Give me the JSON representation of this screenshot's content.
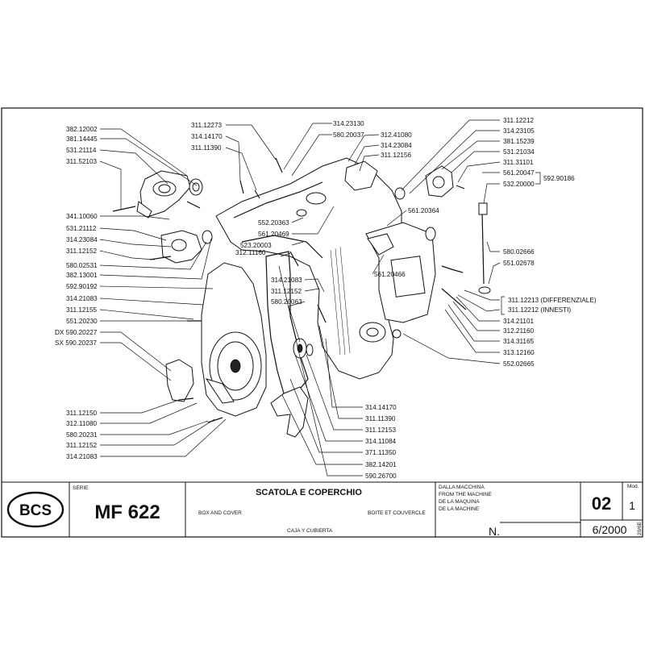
{
  "labels_left": [
    "382.12002",
    "381.14445",
    "531.21114",
    "311.52103",
    "341.10060",
    "531.21112",
    "314.23084",
    "311.12152",
    "580.02531",
    "382.13001",
    "592.90192",
    "314.21083",
    "311.12155",
    "551.20230",
    "DX 590.20227",
    "SX 590.20237",
    "311.12150",
    "312.11080",
    "580.20231",
    "311.12152",
    "314.21083"
  ],
  "labels_top": [
    "311.12273",
    "314.14170",
    "311.11390",
    "314.23130",
    "580.20037",
    "312.41080",
    "314.23084",
    "311.12156"
  ],
  "labels_middle": [
    "552.20363",
    "561.20469",
    "523.20003",
    "312.11160",
    "314.21083",
    "311.12152",
    "580.20063",
    "561.20364",
    "561.20466"
  ],
  "labels_right": [
    "311.12212",
    "314.23105",
    "381.15239",
    "531.21034",
    "311.31101",
    "561.20047",
    "592.90186",
    "532.20000",
    "580.02666",
    "551.02678",
    "311.12213 (DIFFERENZIALE)",
    "311.12212 (INNESTI)",
    "314.21101",
    "312.21160",
    "314.31165",
    "313.12160",
    "552.02665"
  ],
  "labels_bottom": [
    "314.14170",
    "311.11390",
    "311.12153",
    "314.11084",
    "371.11350",
    "382.14201",
    "590.26700"
  ],
  "title_block": {
    "brand": "BCS",
    "serie_caption": "SERIE",
    "model": "MF 622",
    "title_it": "SCATOLA E COPERCHIO",
    "title_en": "BOX AND COVER",
    "title_fr": "BOITE ET COUVERCLE",
    "title_es": "CAJA Y CUBIERTA",
    "from_machine_it": "DALLA MACCHINA",
    "from_machine_en": "FROM THE MACHINE",
    "from_machine_es": "DE LA MAQUINA",
    "from_machine_fr": "DE LA MACHINE",
    "n_label": "N.",
    "table_no": "02",
    "mod_caption": "Mod.",
    "mod_no": "1",
    "date": "6/2000",
    "side_code": "20/6E"
  },
  "colors": {
    "line": "#111111",
    "background": "#ffffff"
  }
}
